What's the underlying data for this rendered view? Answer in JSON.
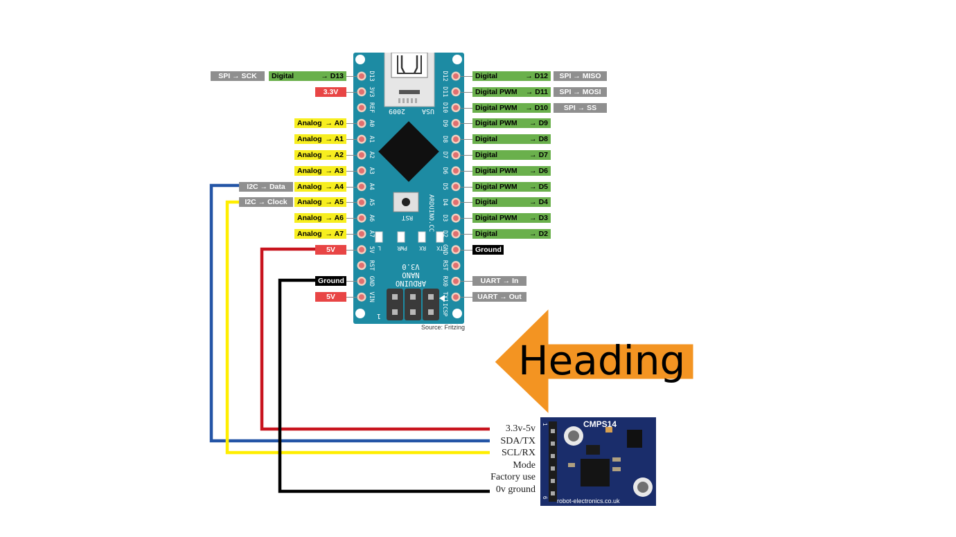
{
  "board": {
    "left_pins": [
      {
        "pin": "D13",
        "tag": "Digital",
        "dest": "D13",
        "extra": "SPI → SCK"
      },
      {
        "pin": "3V3",
        "text": "3.3V"
      },
      {
        "pin": "REF"
      },
      {
        "pin": "A0",
        "tag": "Analog",
        "dest": "A0"
      },
      {
        "pin": "A1",
        "tag": "Analog",
        "dest": "A1"
      },
      {
        "pin": "A2",
        "tag": "Analog",
        "dest": "A2"
      },
      {
        "pin": "A3",
        "tag": "Analog",
        "dest": "A3"
      },
      {
        "pin": "A4",
        "tag": "Analog",
        "dest": "A4",
        "extra": "I2C → Data"
      },
      {
        "pin": "A5",
        "tag": "Analog",
        "dest": "A5",
        "extra": "I2C → Clock"
      },
      {
        "pin": "A6",
        "tag": "Analog",
        "dest": "A6"
      },
      {
        "pin": "A7",
        "tag": "Analog",
        "dest": "A7"
      },
      {
        "pin": "5V",
        "text": "5V"
      },
      {
        "pin": "RST"
      },
      {
        "pin": "GND",
        "text": "Ground"
      },
      {
        "pin": "VIN",
        "text": "5V"
      }
    ],
    "right_pins": [
      {
        "pin": "D12",
        "tag": "Digital",
        "dest": "D12",
        "extra": "SPI → MISO"
      },
      {
        "pin": "D11",
        "tag": "Digital PWM",
        "dest": "D11",
        "extra": "SPI → MOSI"
      },
      {
        "pin": "D10",
        "tag": "Digital PWM",
        "dest": "D10",
        "extra": "SPI → SS"
      },
      {
        "pin": "D9",
        "tag": "Digital PWM",
        "dest": "D9"
      },
      {
        "pin": "D8",
        "tag": "Digital",
        "dest": "D8"
      },
      {
        "pin": "D7",
        "tag": "Digital",
        "dest": "D7"
      },
      {
        "pin": "D6",
        "tag": "Digital PWM",
        "dest": "D6"
      },
      {
        "pin": "D5",
        "tag": "Digital PWM",
        "dest": "D5"
      },
      {
        "pin": "D4",
        "tag": "Digital",
        "dest": "D4"
      },
      {
        "pin": "D3",
        "tag": "Digital PWM",
        "dest": "D3"
      },
      {
        "pin": "D2",
        "tag": "Digital",
        "dest": "D2"
      },
      {
        "pin": "GND",
        "text": "Ground"
      },
      {
        "pin": "RST"
      },
      {
        "pin": "RX0",
        "text": "UART → In"
      },
      {
        "pin": "TX1",
        "text": "UART → Out"
      }
    ],
    "text_2009": "2009",
    "text_usa": "USA",
    "text_rst": "RST",
    "text_site": "ARDUINO.CC",
    "led_labels": [
      "L",
      "PWR",
      "RX",
      "TX"
    ],
    "text_name": "ARDUINO",
    "text_model": "NANO",
    "text_version": "V3.0",
    "text_icsp": "ICSP",
    "text_one": "1"
  },
  "source": "Source: Fritzing",
  "arrow": {
    "label": "Heading",
    "color": "#f39422"
  },
  "module": {
    "name": "CMPS14",
    "site": "robot-electronics.co.uk",
    "pin_numbers": [
      "1",
      "6"
    ],
    "pins": [
      "3.3v-5v",
      "SDA/TX",
      "SCL/RX",
      "Mode",
      "Factory use",
      "0v ground"
    ]
  },
  "colors": {
    "board": "#1d8ba3",
    "wire_power": "#c8141e",
    "wire_sda": "#2455a6",
    "wire_scl": "#ffee00",
    "wire_ground": "#000000",
    "module": "#1a2d6b"
  }
}
